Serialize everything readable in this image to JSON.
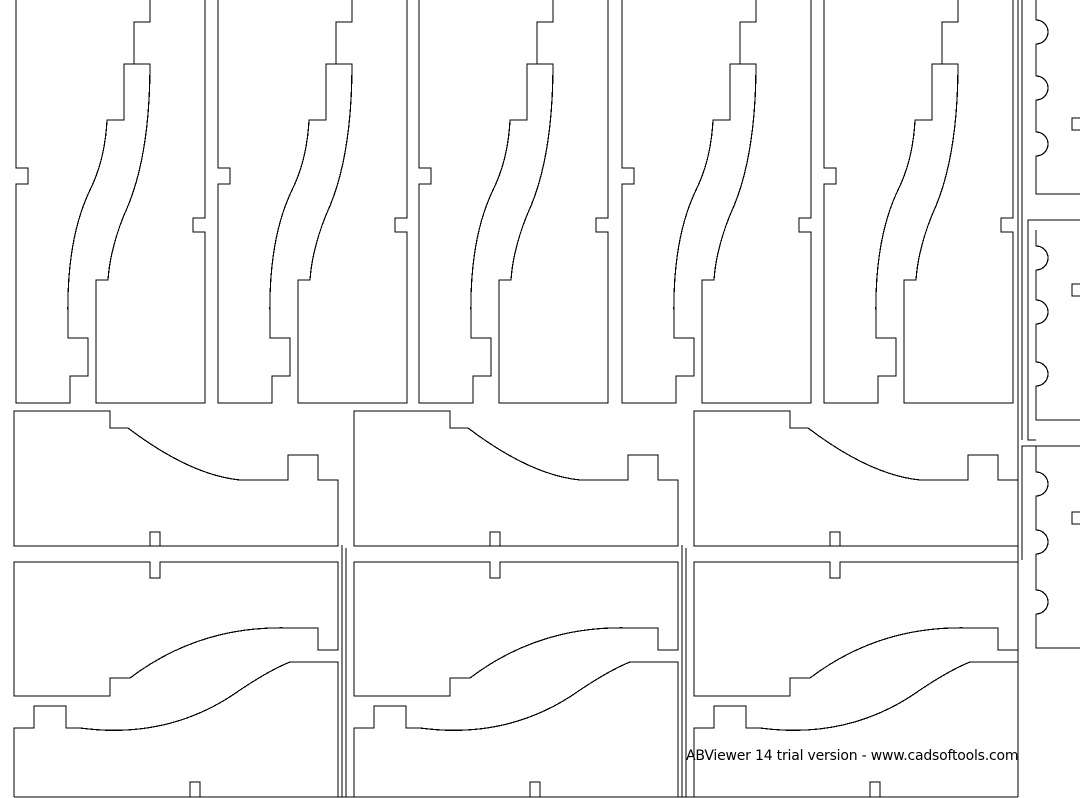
{
  "viewer": {
    "watermark": "ABViewer 14 trial version - www.cadsoftools.com",
    "background_color": "#ffffff",
    "line_color": "#000000"
  },
  "drawing": {
    "upper_row_piece_pairs": 5,
    "middle_row_pieces": 3,
    "lower_row_stacks": 3,
    "right_column_scalloped_parts": 3
  }
}
